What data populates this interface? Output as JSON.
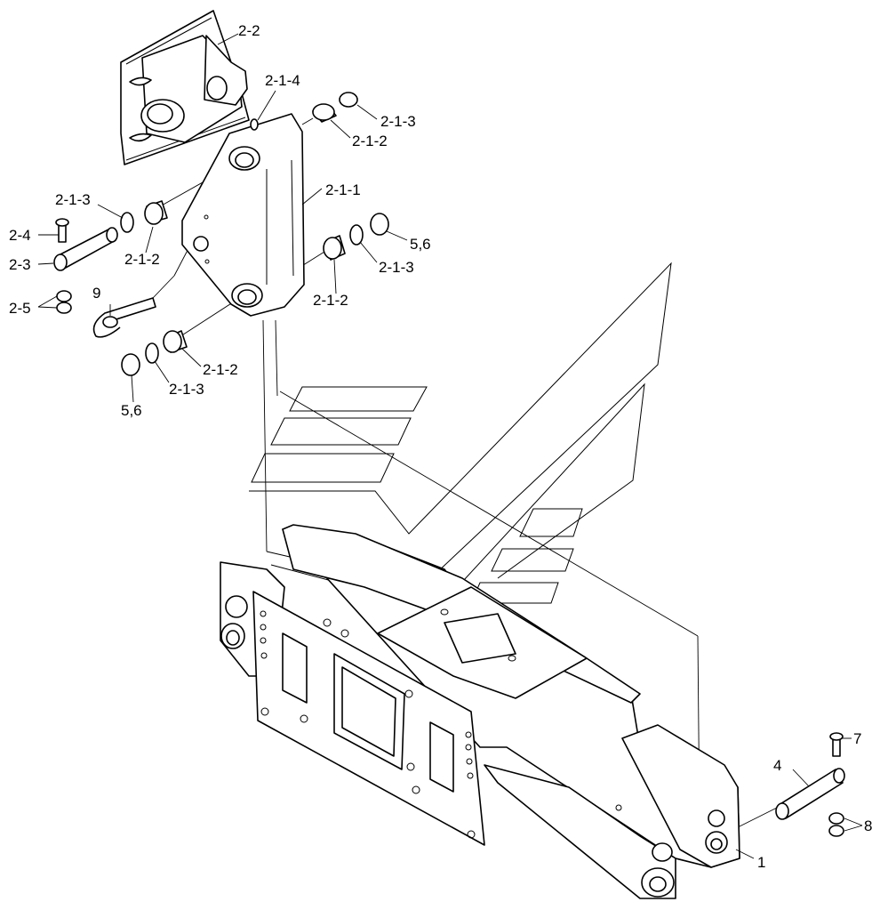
{
  "labels": {
    "l_2_2": "2-2",
    "l_2_1_4": "2-1-4",
    "l_2_1_3_a": "2-1-3",
    "l_2_1_2_a": "2-1-2",
    "l_2_1_3_b": "2-1-3",
    "l_2_1_1": "2-1-1",
    "l_2_4": "2-4",
    "l_2_3": "2-3",
    "l_2_1_2_b": "2-1-2",
    "l_5_6_a": "5,6",
    "l_2_1_3_c": "2-1-3",
    "l_9": "9",
    "l_2_5": "2-5",
    "l_2_1_2_c": "2-1-2",
    "l_2_1_2_d": "2-1-2",
    "l_2_1_3_d": "2-1-3",
    "l_5_6_b": "5,6",
    "l_7": "7",
    "l_4": "4",
    "l_8": "8",
    "l_1": "1"
  }
}
